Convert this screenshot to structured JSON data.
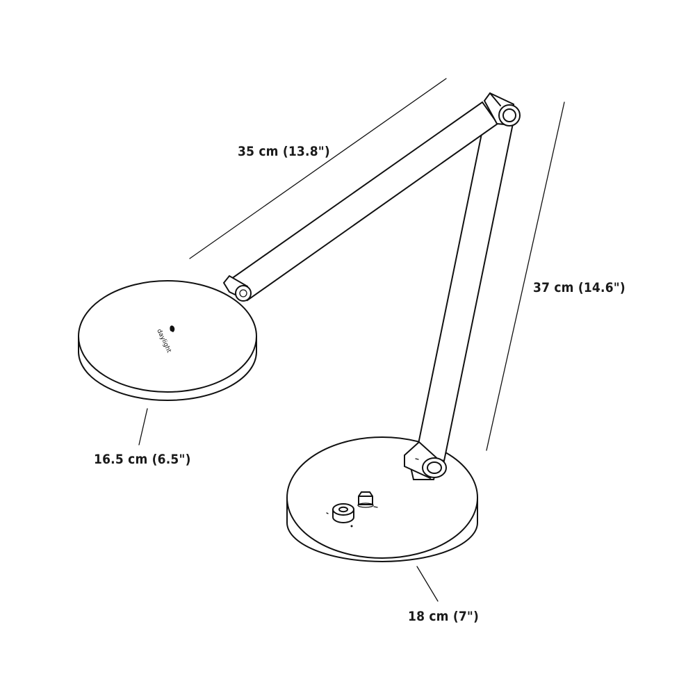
{
  "dimensions": {
    "arm_length": "35 cm (13.8\")",
    "stand_height": "37 cm (14.6\")",
    "head_diameter": "16.5 cm (6.5\")",
    "base_diameter": "18 cm (7\")"
  },
  "logo_text": "daylight"
}
